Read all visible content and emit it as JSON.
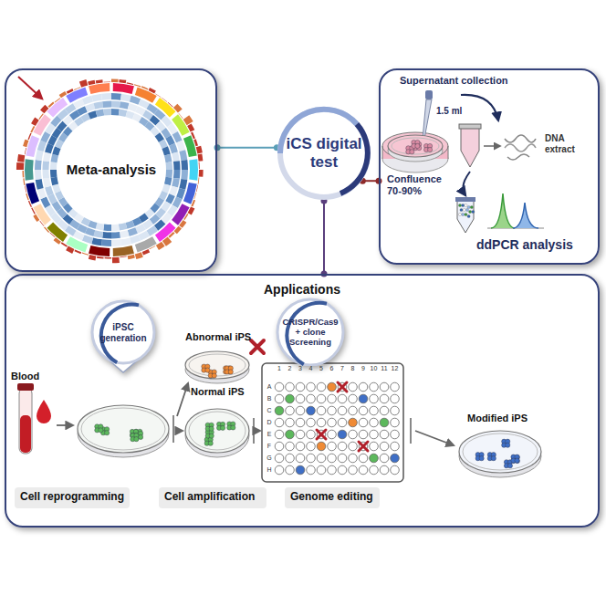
{
  "diagram": {
    "nodes": [
      {
        "text": [
          "Meta-analysis"
        ]
      },
      {
        "text": [
          "iCS digital test"
        ]
      },
      {
        "text": [
          "Supernatant collection",
          "1.5 ml",
          "Confluence 70-90%",
          "DNA extract",
          "ddPCR analysis"
        ]
      },
      {
        "text": [
          "Applications"
        ]
      },
      {
        "text": [
          "iPSC generation"
        ],
        "in": 3
      },
      {
        "text": [
          "CRISPR/Cas9 + clone Screening"
        ],
        "in": 3
      }
    ],
    "edges": [
      {
        "from": 1,
        "to": 0,
        "arrow": "none"
      },
      {
        "from": 1,
        "to": 2,
        "arrow": "none"
      },
      {
        "from": 1,
        "to": 3,
        "arrow": "none"
      }
    ],
    "labels": [
      "Blood",
      "Abnormal iPS",
      "Normal iPS",
      "Modified iPS",
      "Cell reprogramming",
      "Cell amplification",
      "Genome editing",
      "1",
      "2",
      "3",
      "4",
      "5",
      "6",
      "7",
      "8",
      "9",
      "10",
      "11",
      "12",
      "A",
      "B",
      "C",
      "D",
      "E",
      "F",
      "G",
      "H"
    ]
  }
}
